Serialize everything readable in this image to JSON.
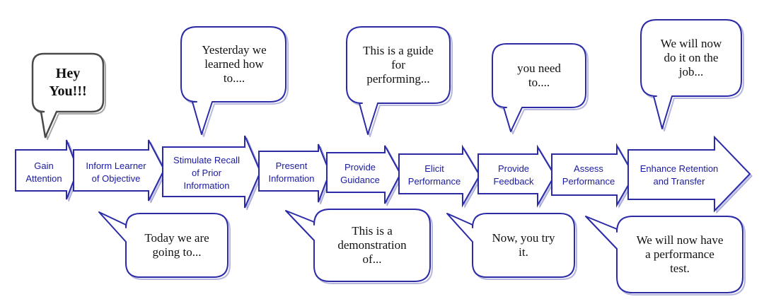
{
  "colors": {
    "arrow_stroke": "#2b2ba8",
    "label_text": "#1a1aa0",
    "bubble_text": "#111111",
    "attention_bubble_border": "#4a4a4a"
  },
  "steps": [
    {
      "label": "Gain\nAttention"
    },
    {
      "label": "Inform Learner\nof Objective"
    },
    {
      "label": "Stimulate Recall\nof Prior\nInformation"
    },
    {
      "label": "Present\nInformation"
    },
    {
      "label": "Provide\nGuidance"
    },
    {
      "label": "Elicit\nPerformance"
    },
    {
      "label": "Provide\nFeedback"
    },
    {
      "label": "Assess\nPerformance"
    },
    {
      "label": "Enhance Retention\nand Transfer"
    }
  ],
  "bubbles": [
    {
      "text": "Hey\nYou!!!"
    },
    {
      "text": "Yesterday we\nlearned how\nto...."
    },
    {
      "text": "This is a guide\nfor\nperforming..."
    },
    {
      "text": "you need\nto...."
    },
    {
      "text": "We will now\ndo it on the\njob..."
    },
    {
      "text": "Today we are\ngoing to..."
    },
    {
      "text": "This is a\ndemonstration\nof..."
    },
    {
      "text": "Now, you try\nit."
    },
    {
      "text": "We will now have\na performance\ntest."
    }
  ]
}
